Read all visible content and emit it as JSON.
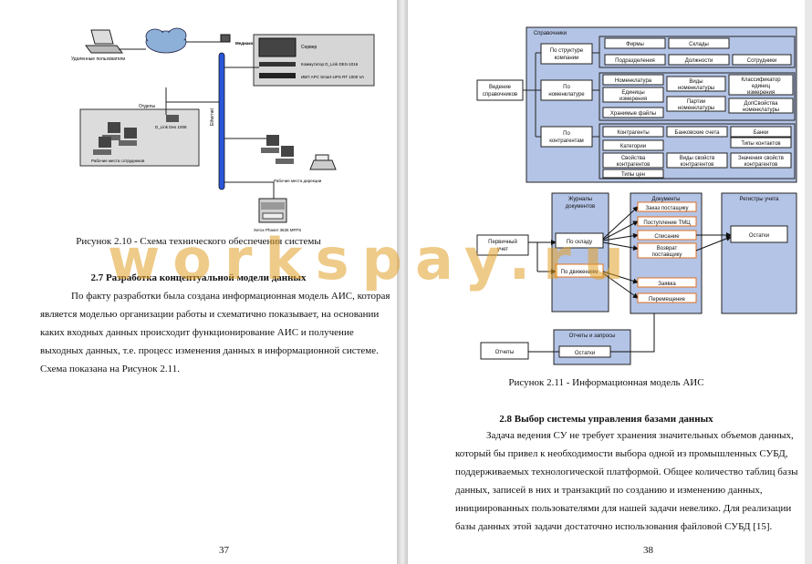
{
  "left_page": {
    "diagram": {
      "remote_users": "Удаленные пользователи",
      "media_converter": "Медиаконвертер DMC-300SC",
      "server": "Сервер",
      "switch1": "Коммутатор D_Link DES-1016",
      "ups": "ИБП АРС Smart-UPS RT 1000 VA",
      "departments": "Отделы",
      "switch2": "D_Link Des 1008",
      "staff_workplaces": "Рабочие места сотрудников",
      "ethernet": "Ethernet",
      "director_workplaces": "Рабочие места дирекции",
      "printer": "Xerox Phaser 3635 MFPS"
    },
    "figure_caption": "Рисунок 2.10 - Схема технического обеспечения системы",
    "heading": "2.7 Разработка концептуальной модели данных",
    "lines": [
      "По факту разработки была создана информационная модель АИС, которая",
      "является моделью организации работы и схематично показывает, на основании",
      "каких входных данных происходит функционирование АИС и получение",
      "выходных данных, т.е. процесс изменения данных в информационной системе.",
      "Схема показана на Рисунок 2.11."
    ],
    "page_number": "37"
  },
  "right_page": {
    "diagram": {
      "handbooks": "Справочники",
      "handbooks_left": [
        "Ведение",
        "справочников"
      ],
      "by_structure": [
        "По структуре",
        "компании"
      ],
      "firms": "Фирмы",
      "warehouses": "Склады",
      "divisions": "Подразделения",
      "positions": "Должности",
      "employees": "Сотрудники",
      "by_nomenclature": [
        "По",
        "номенклатуре"
      ],
      "nomenclature": "Номенклатура",
      "units": [
        "Единицы",
        "измерения"
      ],
      "nom_types": [
        "Виды",
        "номенклатуры"
      ],
      "nom_classifier": [
        "Классификатор",
        "единиц",
        "измерения"
      ],
      "storage_places": "Хранимые файлы",
      "batches": [
        "Партии",
        "номенклатуры"
      ],
      "nom_props": [
        "ДопСвойства",
        "номенклатуры"
      ],
      "by_counterparties": [
        "По",
        "контрагентам"
      ],
      "counterparties": "Контрагенты",
      "bank_accounts": "Банковские счета",
      "banks": "Банки",
      "categories": "Категории",
      "contact_types": "Типы контактов",
      "cp_props": [
        "Свойства",
        "контрагентов"
      ],
      "cp_prop_types": [
        "Виды свойств",
        "контрагентов"
      ],
      "cp_prop_values": [
        "Значения свойств",
        "контрагентов"
      ],
      "price_types": "Типы цен",
      "journals": [
        "Журналы",
        "документов"
      ],
      "documents": "Документы",
      "registers": "Регистры учета",
      "primary_account": [
        "Первичный",
        "учет"
      ],
      "by_warehouse": "По складу",
      "by_movements": "По движениям",
      "supplier_order": "Заказ постащику",
      "tmc_receipt": "Поступление ТМЦ",
      "write_off": "Списание",
      "supplier_return": [
        "Возврат",
        "поставщику"
      ],
      "request": "Заявка",
      "transfer": "Перемещение",
      "balances": "Остатки",
      "reports_queries": "Отчеты и запросы",
      "reports": "Отчеты",
      "reports_balances": "Остатки"
    },
    "figure_caption": "Рисунок 2.11 - Информационная модель АИС",
    "heading": "2.8 Выбор системы управления базами данных",
    "lines": [
      "Задача ведения СУ не требует хранения значительных объемов данных,",
      "который бы привел к необходимости выбора одной из промышленных СУБД,",
      "поддерживаемых технологической платформой. Общее количество таблиц базы",
      "данных, записей в них и транзакций по созданию и изменению данных,",
      "инициированных пользователями для нашей задачи невелико. Для реализации",
      "базы данных этой задачи достаточно использования файловой СУБД [15]."
    ],
    "page_number": "38"
  },
  "watermark": "workspay.ru"
}
